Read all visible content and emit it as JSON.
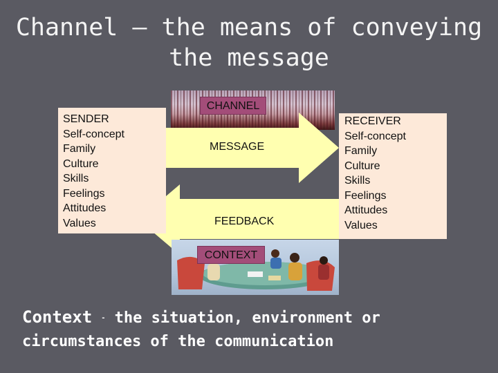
{
  "title": "Channel – the means of conveying the message",
  "sender": {
    "heading": "SENDER",
    "items": [
      "Self-concept",
      "Family",
      "Culture",
      "Skills",
      "Feelings",
      "Attitudes",
      "Values"
    ]
  },
  "receiver": {
    "heading": "RECEIVER",
    "items": [
      "Self-concept",
      "Family",
      "Culture",
      "Skills",
      "Feelings",
      "Attitudes",
      "Values"
    ]
  },
  "channel_label": "CHANNEL",
  "message_label": "MESSAGE",
  "feedback_label": "FEEDBACK",
  "context_label": "CONTEXT",
  "footer": {
    "term": "Context",
    "dash": "-",
    "definition": " the situation, environment or circumstances of the communication"
  },
  "colors": {
    "background": "#5a5a62",
    "box": "#fde9d9",
    "arrow": "#ffffb0",
    "label_fill": "#a34d79"
  }
}
